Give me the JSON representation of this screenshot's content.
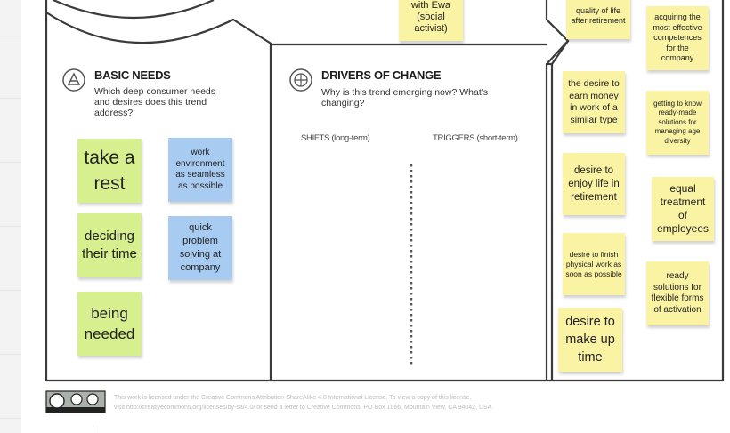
{
  "sections": {
    "basic_needs": {
      "title": "BASIC NEEDS",
      "question": [
        "Which deep consumer needs",
        "and desires does this trend",
        "address?"
      ]
    },
    "drivers": {
      "title": "DRIVERS OF CHANGE",
      "question": [
        "Why is this trend emerging now? What's",
        "changing?"
      ],
      "shifts_label": "SHIFTS (long-term)",
      "triggers_label": "TRIGGERS (short-term)"
    }
  },
  "notes": {
    "ewa": "with Ewa (social activist)",
    "quality_life": "quality of life after retirement",
    "acquiring": "acquiring the most effective competences for the company",
    "desire_earn": "the desire to earn money in work of a similar type",
    "getting_know": "getting to know ready-made solutions for managing age diversity",
    "desire_enjoy": "desire to enjoy life in retirement",
    "equal_treatment": "equal treatment of employees",
    "desire_finish": "desire to finish physical work as soon as possible",
    "ready_solutions": "ready solutions for flexible forms of activation",
    "desire_make": "desire to make up time",
    "take_rest": "take a rest",
    "deciding": "deciding their time",
    "being_needed": "being needed",
    "work_env": "work environment as seamless as possible",
    "quick_problem": "quick problem solving at company"
  },
  "license": {
    "badge": "cc by sa",
    "line1": "This work is licensed under the Creative Commons Attribution-ShareAlike 4.0 International License. To view a copy of this license,",
    "line2": "visit http://creativecommons.org/licenses/by-sa/4.0/ or send a letter to Creative Commons, PO Box 1866, Mountain View, CA 94042, USA."
  },
  "colors": {
    "yellow_note": "#fbf3a4",
    "green_note": "#d6f08f",
    "blue_note": "#a8cbf2",
    "frame_line": "#3a3a3a"
  }
}
